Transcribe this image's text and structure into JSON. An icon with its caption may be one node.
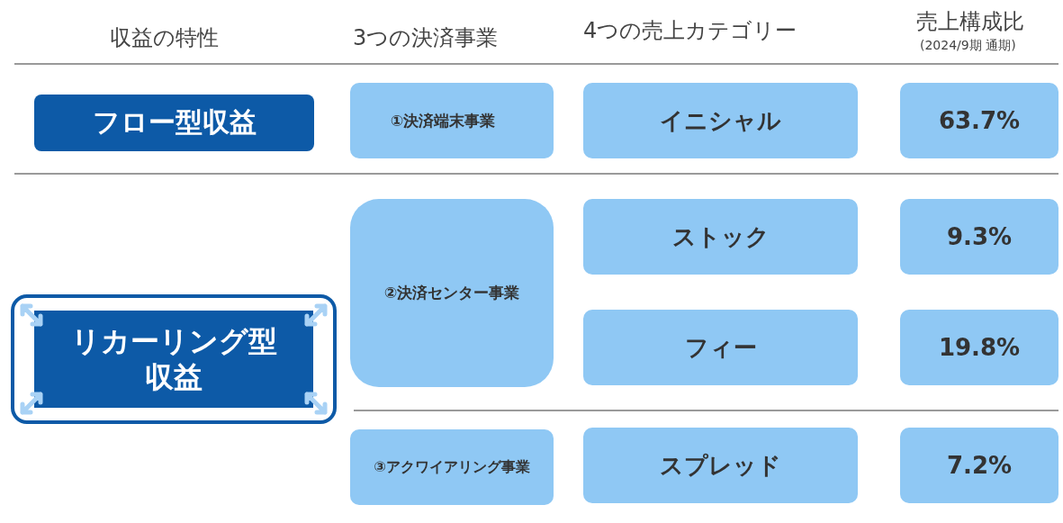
{
  "diagram": {
    "nodes": [
      {
        "text": [
          "フロー型収益"
        ]
      },
      {
        "text": [
          "①決済端末事業"
        ]
      },
      {
        "text": [
          "イニシャル"
        ]
      },
      {
        "text": [
          "63.7%"
        ]
      },
      {
        "text": [
          "リカーリング型収益"
        ]
      },
      {
        "text": [
          "②決済センター事業"
        ]
      },
      {
        "text": [
          "ストック"
        ]
      },
      {
        "text": [
          "9.3%"
        ]
      },
      {
        "text": [
          "フィー"
        ]
      },
      {
        "text": [
          "19.8%"
        ]
      },
      {
        "text": [
          "③アクワイアリング事業"
        ]
      },
      {
        "text": [
          "スプレッド"
        ]
      },
      {
        "text": [
          "7.2%"
        ]
      }
    ],
    "labels": [
      "収益の特性",
      "3つの決済事業",
      "4つの売上カテゴリー",
      "売上構成比",
      "(2024/9期 通期)"
    ]
  }
}
